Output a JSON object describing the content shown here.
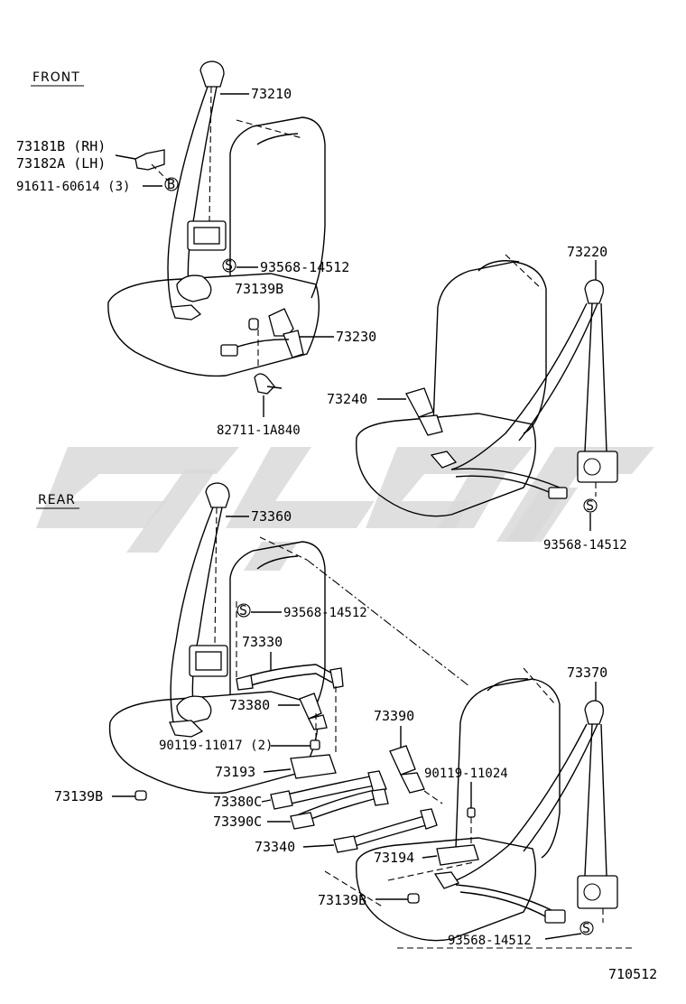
{
  "sections": {
    "front": "FRONT",
    "rear": "REAR"
  },
  "diagram_code": "710512",
  "front_labels": {
    "belt_73210": "73210",
    "anchor_rh": "73181B (RH)",
    "anchor_lh": "73182A (LH)",
    "bolt_91611": "91611-60614 (3)",
    "bolt_93568_front": "93568-14512",
    "cover_73139b": "73139B",
    "buckle_73230": "73230",
    "wire_82711": "82711-1A840",
    "belt_73220": "73220",
    "buckle_73240": "73240",
    "bolt_93568_right": "93568-14512"
  },
  "rear_labels": {
    "belt_73360": "73360",
    "bolt_93568_rear": "93568-14512",
    "belt_73330": "73330",
    "buckle_73380": "73380",
    "bolt_90119_11017": "90119-11017 (2)",
    "bracket_73193": "73193",
    "cover_73139b_left": "73139B",
    "belt_73380c": "73380C",
    "belt_73390c": "73390C",
    "buckle_73390": "73390",
    "bolt_90119_11024": "90119-11024",
    "belt_73340": "73340",
    "bracket_73194": "73194",
    "cover_73139b_right": "73139B",
    "belt_73370": "73370",
    "bolt_93568_bottom": "93568-14512"
  },
  "markers": {
    "s": "S",
    "b": "B"
  }
}
